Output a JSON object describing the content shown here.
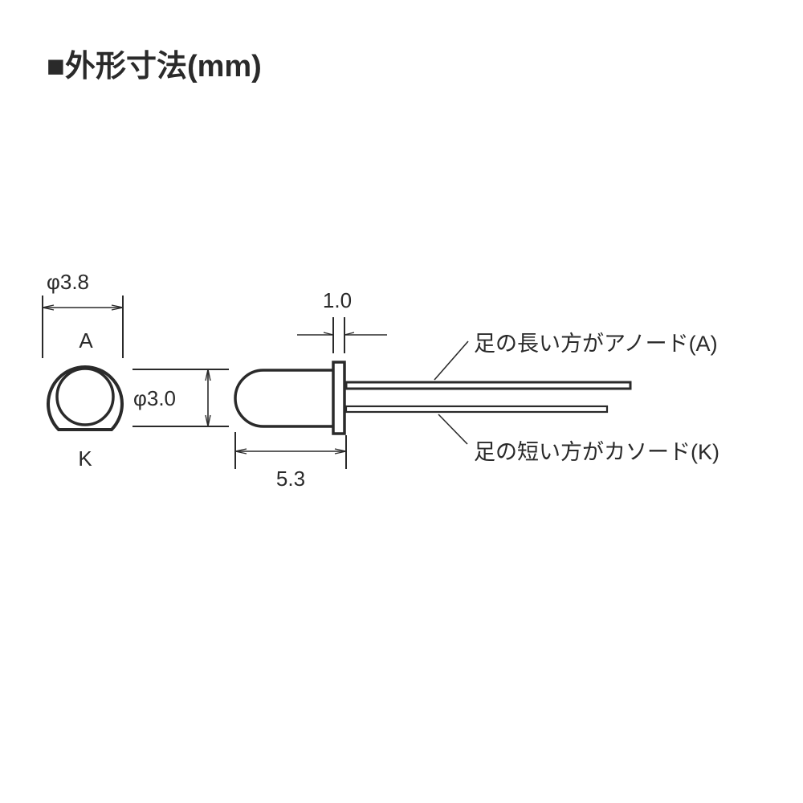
{
  "title": "■外形寸法(mm)",
  "dimensions": {
    "outer_diameter": "φ3.8",
    "lens_diameter": "φ3.0",
    "flange_thickness": "1.0",
    "body_length": "5.3"
  },
  "top_view": {
    "anode_mark": "A",
    "cathode_mark": "K"
  },
  "leads": {
    "anode_label": "足の長い方がアノード(A)",
    "cathode_label": "足の短い方がカソード(K)"
  },
  "colors": {
    "line": "#2a2a2a",
    "background": "#ffffff"
  }
}
